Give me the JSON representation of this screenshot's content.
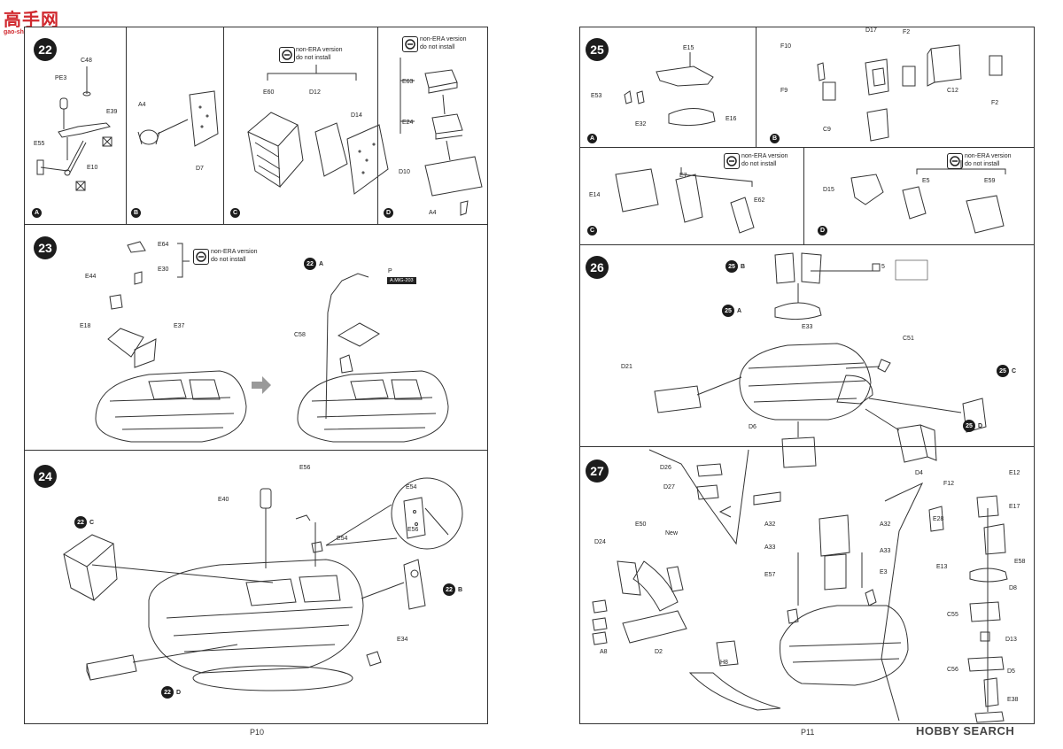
{
  "header_logo": {
    "text": "高手网",
    "subtext": "gao-shou.com"
  },
  "watermark": "HOBBY SEARCH",
  "pages": {
    "left": "P10",
    "right": "P11"
  },
  "note": {
    "line1": "non-ERA version",
    "line2": "do not install"
  },
  "steps": {
    "s22": {
      "number": "22",
      "labels": {
        "c48": "C48",
        "pe3": "PE3",
        "e39": "E39",
        "e55": "E55",
        "e10": "E10",
        "a4": "A4",
        "d7": "D7",
        "e60": "E60",
        "d12": "D12",
        "d14": "D14",
        "e63": "E63",
        "e24": "E24",
        "d10": "D10",
        "a4b": "A4"
      },
      "subs": {
        "a": "A",
        "b": "B",
        "c": "C",
        "d": "D"
      }
    },
    "s23": {
      "number": "23",
      "labels": {
        "e64": "E64",
        "e30": "E30",
        "e44": "E44",
        "e18": "E18",
        "e37": "E37",
        "c58": "C58",
        "p": "P",
        "badge": "A.MIG-203"
      },
      "ref_num": "22",
      "ref_letter": "A"
    },
    "s24": {
      "number": "24",
      "labels": {
        "e56": "E56",
        "e40": "E40",
        "e54": "E54",
        "e34": "E34",
        "zoom_e54": "E54",
        "zoom_e56": "E56"
      },
      "refs": [
        {
          "num": "22",
          "letter": "C"
        },
        {
          "num": "22",
          "letter": "B"
        },
        {
          "num": "22",
          "letter": "D"
        }
      ]
    },
    "s25": {
      "number": "25",
      "labels": {
        "e15": "E15",
        "e53": "E53",
        "e32": "E32",
        "e16": "E16",
        "f10": "F10",
        "d17": "D17",
        "f2": "F2",
        "f9": "F9",
        "c12": "C12",
        "f2b": "F2",
        "c9": "C9",
        "e14": "E14",
        "e7": "E7",
        "e62": "E62",
        "d15": "D15",
        "e5": "E5",
        "e59": "E59"
      },
      "subs": {
        "a": "A",
        "b": "B",
        "c": "C",
        "d": "D"
      }
    },
    "s26": {
      "number": "26",
      "labels": {
        "e33": "E33",
        "c51": "C51",
        "d21": "D21",
        "d6": "D6",
        "circled5": "5"
      },
      "refs": [
        {
          "num": "25",
          "letter": "B"
        },
        {
          "num": "25",
          "letter": "A"
        },
        {
          "num": "25",
          "letter": "C"
        },
        {
          "num": "25",
          "letter": "D"
        }
      ]
    },
    "s27": {
      "number": "27",
      "labels": {
        "d26": "D26",
        "d27": "D27",
        "e50": "E50",
        "new": "New",
        "d24": "D24",
        "a8": "A8",
        "d2": "D2",
        "a32": "A32",
        "a32b": "A32",
        "a33": "A33",
        "a33b": "A33",
        "e57": "E57",
        "e3": "E3",
        "h8": "H8",
        "d4": "D4",
        "f12": "F12",
        "e12": "E12",
        "e17": "E17",
        "e28": "E28",
        "e58": "E58",
        "e13": "E13",
        "d8": "D8",
        "c55": "C55",
        "d13": "D13",
        "c56": "C56",
        "d5": "D5",
        "e38": "E38"
      }
    }
  }
}
